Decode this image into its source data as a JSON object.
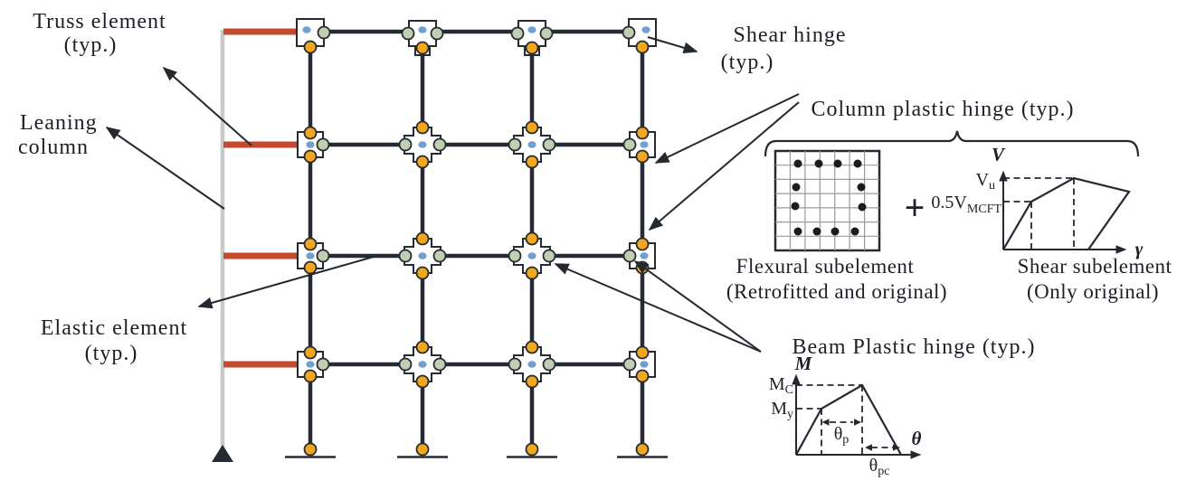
{
  "colors": {
    "frame": "#262B33",
    "truss": "#C4492E",
    "leaning_column": "#C9C9C9",
    "column_plastic_hinge": "#F3A71E",
    "beam_plastic_hinge": "#C0CFB2",
    "shear_hinge": "#6FA0D1",
    "rebar_dot": "#1C1C1C",
    "grid_line": "#9A9A9A"
  },
  "labels": {
    "truss_element_line1": "Truss element",
    "truss_element_line2": "(typ.)",
    "leaning_column_line1": "Leaning",
    "leaning_column_line2": "column",
    "elastic_element_line1": "Elastic element",
    "elastic_element_line2": "(typ.)",
    "shear_hinge_line1": "Shear hinge",
    "shear_hinge_line2": "(typ.)",
    "column_plastic_hinge": "Column plastic hinge (typ.)",
    "beam_plastic_hinge": "Beam Plastic hinge (typ.)",
    "flexural_subelement_line1": "Flexural subelement",
    "flexural_subelement_line2": "(Retrofitted and original)",
    "shear_subelement_line1": "Shear subelement",
    "shear_subelement_line2": "(Only original)",
    "plus_sign": "+"
  },
  "shear_plot": {
    "y_axis_label": "V",
    "x_axis_label": "γ",
    "vu_main": "V",
    "vu_sub": "u",
    "vmcft_main": "0.5V",
    "vmcft_sub": "MCFT"
  },
  "moment_plot": {
    "y_axis_label": "M",
    "x_axis_label": "θ",
    "mc_main": "M",
    "mc_sub": "C",
    "my_main": "M",
    "my_sub": "y",
    "theta_p_main": "θ",
    "theta_p_sub": "p",
    "theta_pc_main": "θ",
    "theta_pc_sub": "pc"
  }
}
